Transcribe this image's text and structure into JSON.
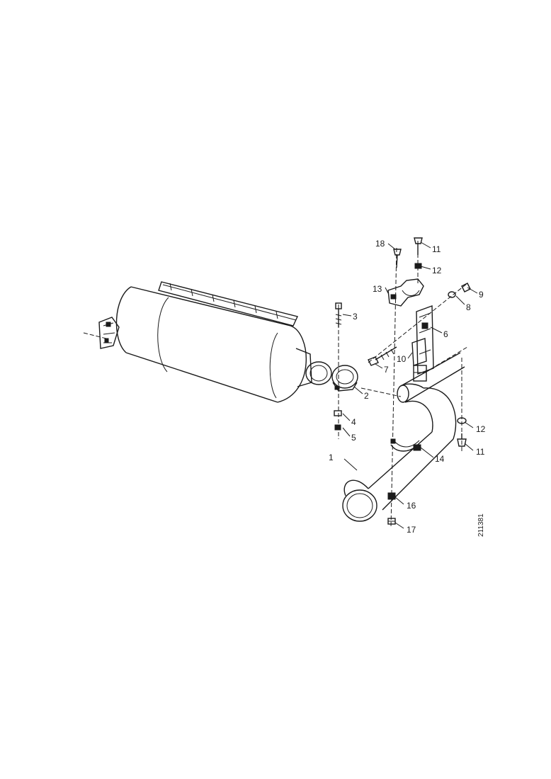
{
  "callouts": [
    {
      "id": "c1",
      "label": "1"
    },
    {
      "id": "c2",
      "label": "2"
    },
    {
      "id": "c3",
      "label": "3"
    },
    {
      "id": "c4",
      "label": "4"
    },
    {
      "id": "c5",
      "label": "5"
    },
    {
      "id": "c6",
      "label": "6"
    },
    {
      "id": "c7",
      "label": "7"
    },
    {
      "id": "c8",
      "label": "8"
    },
    {
      "id": "c9",
      "label": "9"
    },
    {
      "id": "c10",
      "label": "10"
    },
    {
      "id": "c11a",
      "label": "11"
    },
    {
      "id": "c11b",
      "label": "11"
    },
    {
      "id": "c12a",
      "label": "12"
    },
    {
      "id": "c12b",
      "label": "12"
    },
    {
      "id": "c13",
      "label": "13"
    },
    {
      "id": "c14",
      "label": "14"
    },
    {
      "id": "c16",
      "label": "16"
    },
    {
      "id": "c17",
      "label": "17"
    },
    {
      "id": "c18",
      "label": "18"
    }
  ],
  "drawing_ref": "211381"
}
